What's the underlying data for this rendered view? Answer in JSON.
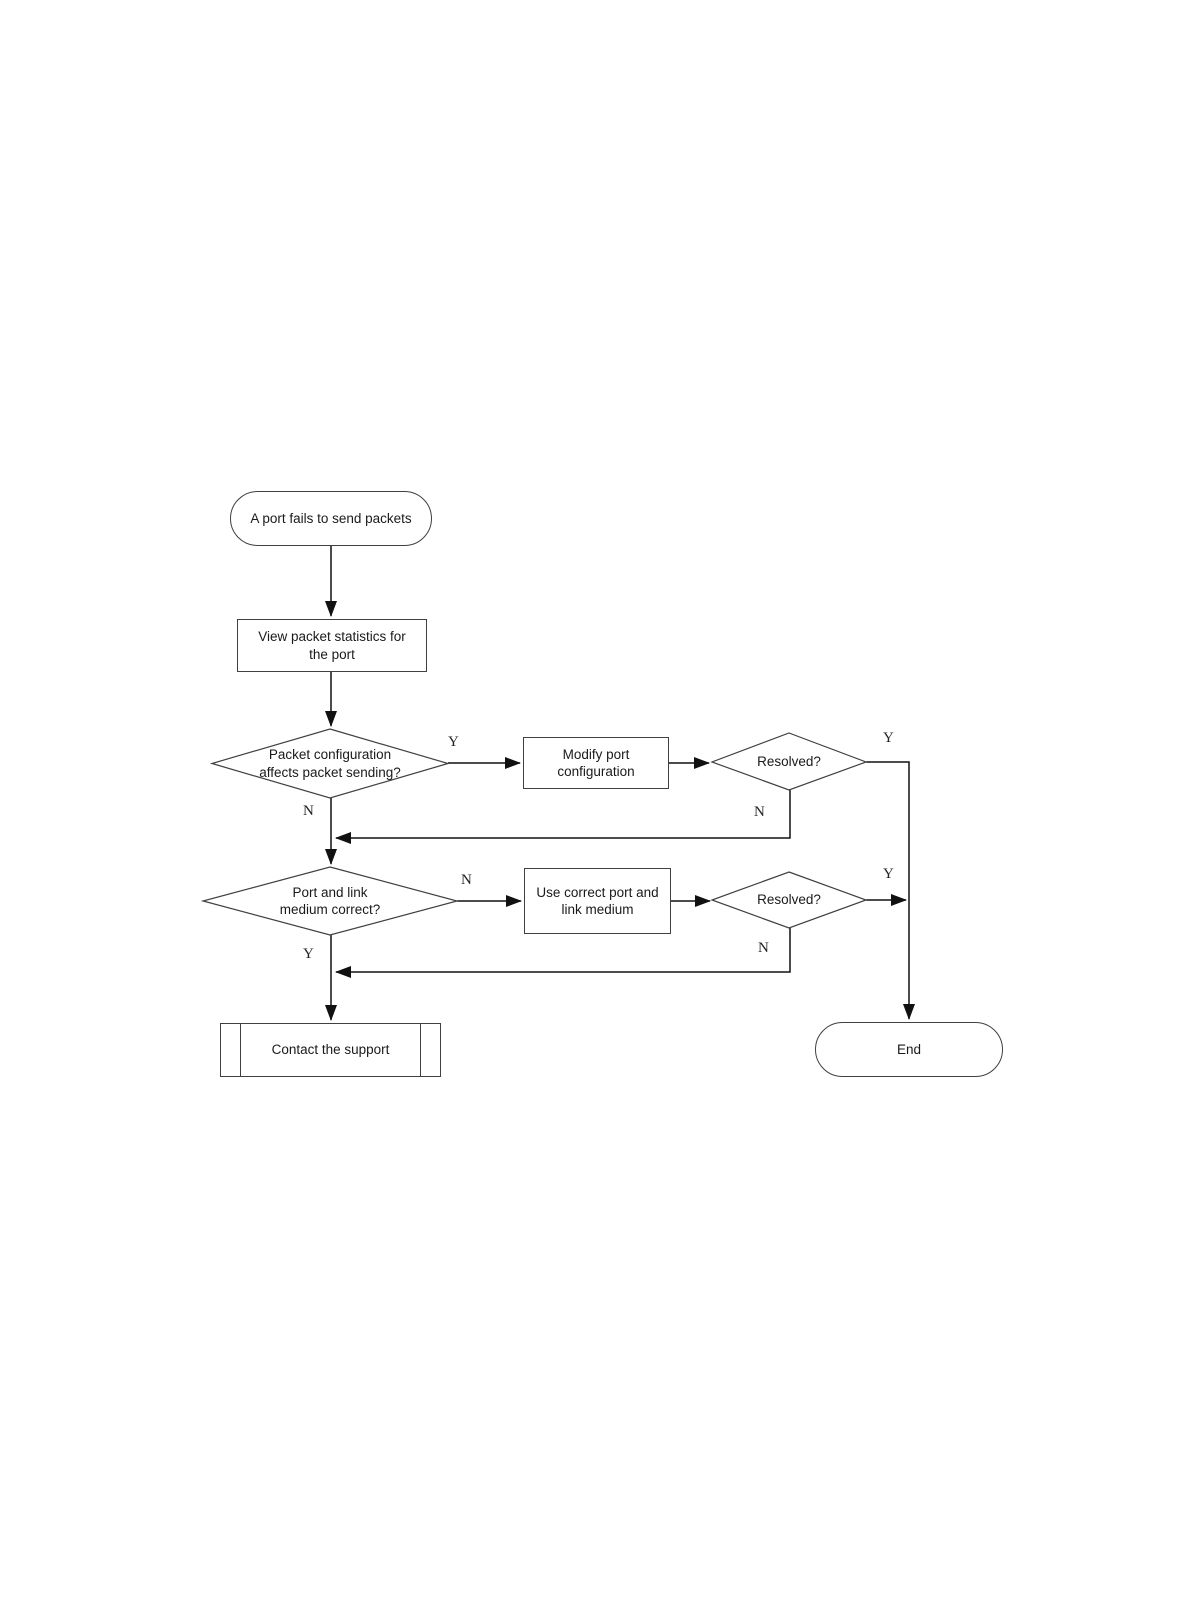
{
  "page": {
    "background": "#ffffff"
  },
  "colors": {
    "shape_border": "#404040",
    "shape_fill": "#ffffff",
    "connector": "#111111",
    "text": "#1a1a1a"
  },
  "nodes": {
    "start": {
      "type": "terminator",
      "label": "A port fails to send packets"
    },
    "view_stats": {
      "type": "process",
      "label": "View packet statistics for\nthe port"
    },
    "packet_config": {
      "type": "decision",
      "label": "Packet configuration\naffects packet sending?"
    },
    "modify_port": {
      "type": "process",
      "label": "Modify port\nconfiguration"
    },
    "resolved_1": {
      "type": "decision",
      "label": "Resolved?"
    },
    "port_link": {
      "type": "decision",
      "label": "Port and link\nmedium correct?"
    },
    "use_correct": {
      "type": "process",
      "label": "Use correct port and\nlink medium"
    },
    "resolved_2": {
      "type": "decision",
      "label": "Resolved?"
    },
    "contact_support": {
      "type": "predefined_process",
      "label": "Contact the support"
    },
    "end": {
      "type": "terminator",
      "label": "End"
    }
  },
  "edge_labels": {
    "packet_config_yes": "Y",
    "packet_config_no": "N",
    "resolved_1_yes": "Y",
    "resolved_1_no": "N",
    "port_link_no": "N",
    "port_link_yes": "Y",
    "resolved_2_yes": "Y",
    "resolved_2_no": "N"
  }
}
